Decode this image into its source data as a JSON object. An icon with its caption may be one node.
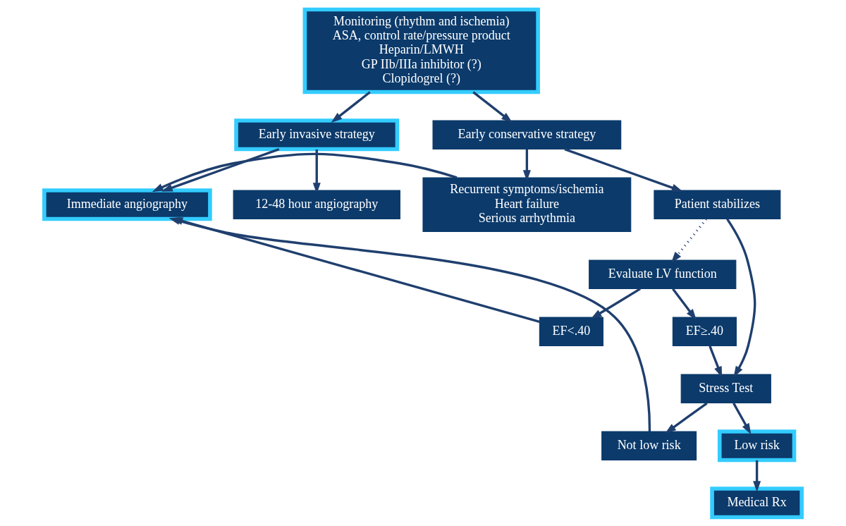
{
  "diagram": {
    "nodes": [
      {
        "text": [
          "Monitoring (rhythm and ischemia)",
          "ASA, control rate/pressure product",
          "Heparin/LMWH",
          "GP IIb/IIIa inhibitor (?)",
          "Clopidogrel (?)"
        ]
      },
      {
        "text": [
          "Early invasive strategy"
        ]
      },
      {
        "text": [
          "Early conservative strategy"
        ]
      },
      {
        "text": [
          "Immediate angiography"
        ]
      },
      {
        "text": [
          "12-48 hour angiography"
        ]
      },
      {
        "text": [
          "Recurrent symptoms/ischemia",
          "Heart failure",
          "Serious arrhythmia"
        ]
      },
      {
        "text": [
          "Patient stabilizes"
        ]
      },
      {
        "text": [
          "Evaluate LV function"
        ]
      },
      {
        "text": [
          "EF<.40"
        ]
      },
      {
        "text": [
          "EF≥.40"
        ]
      },
      {
        "text": [
          "Stress Test"
        ]
      },
      {
        "text": [
          "Not low risk"
        ]
      },
      {
        "text": [
          "Low risk"
        ]
      },
      {
        "text": [
          "Medical Rx"
        ]
      }
    ],
    "edges": [
      {
        "from": 0,
        "to": 1,
        "arrow": "to"
      },
      {
        "from": 0,
        "to": 2,
        "arrow": "to"
      },
      {
        "from": 1,
        "to": 3,
        "arrow": "to"
      },
      {
        "from": 1,
        "to": 4,
        "arrow": "to"
      },
      {
        "from": 2,
        "to": 5,
        "arrow": "to"
      },
      {
        "from": 2,
        "to": 6,
        "arrow": "to"
      },
      {
        "from": 5,
        "to": 3,
        "arrow": "to"
      },
      {
        "from": 6,
        "to": 7,
        "arrow": "to",
        "style": "dashed"
      },
      {
        "from": 6,
        "to": 10,
        "arrow": "to"
      },
      {
        "from": 7,
        "to": 8,
        "arrow": "to"
      },
      {
        "from": 7,
        "to": 9,
        "arrow": "to"
      },
      {
        "from": 8,
        "to": 3,
        "arrow": "to"
      },
      {
        "from": 9,
        "to": 10,
        "arrow": "to"
      },
      {
        "from": 10,
        "to": 11,
        "arrow": "to"
      },
      {
        "from": 10,
        "to": 12,
        "arrow": "to"
      },
      {
        "from": 11,
        "to": 3,
        "arrow": "to"
      },
      {
        "from": 12,
        "to": 13,
        "arrow": "to"
      }
    ]
  }
}
